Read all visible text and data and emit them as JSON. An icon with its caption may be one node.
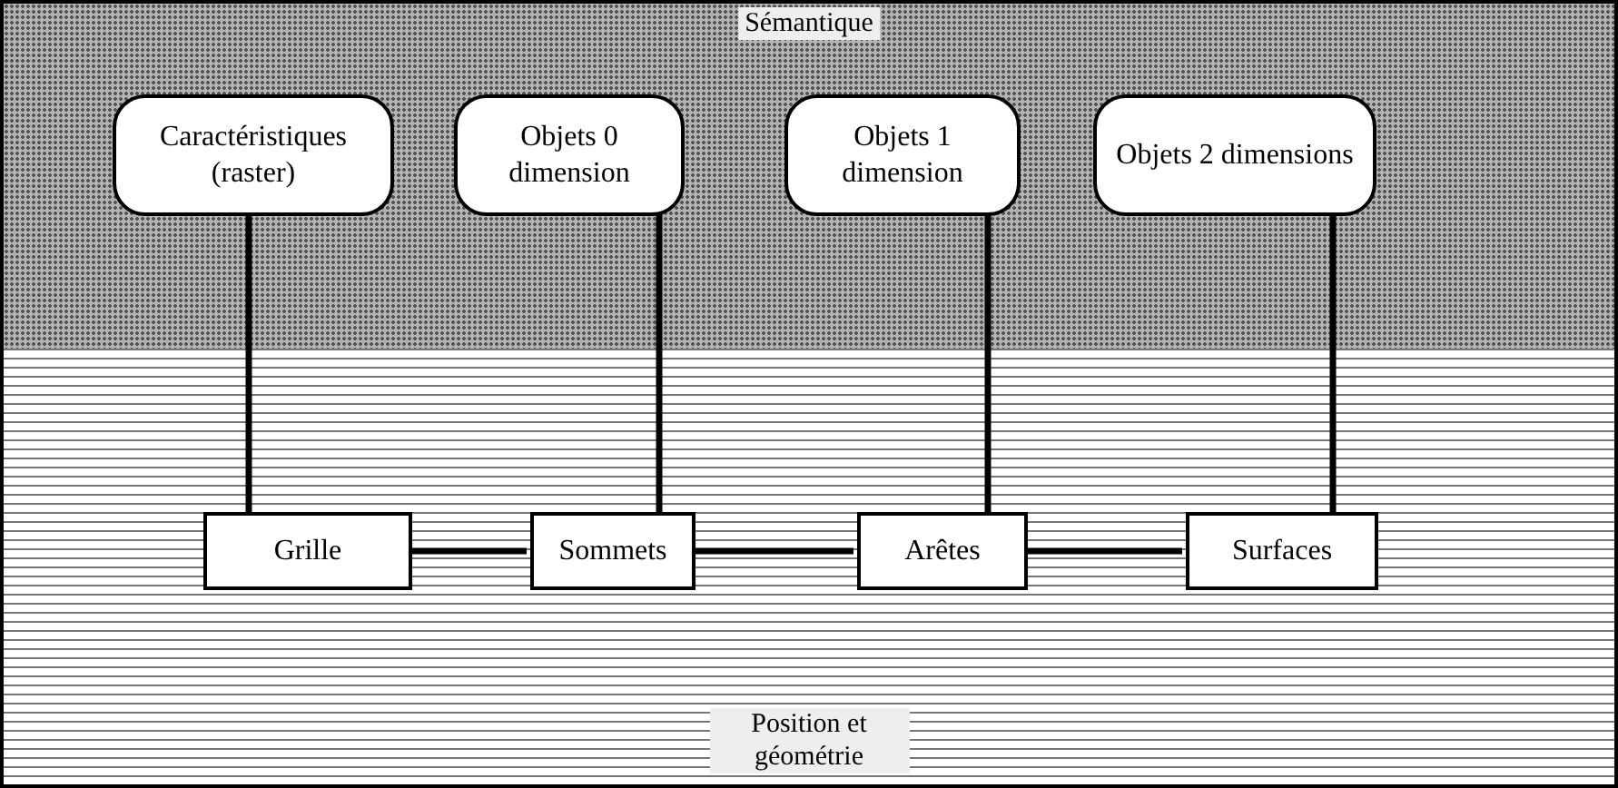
{
  "diagram": {
    "nodes": [
      {
        "text": [
          "Sémantique"
        ]
      },
      {
        "text": [
          "Caractéristiques (raster)"
        ],
        "in": 0
      },
      {
        "text": [
          "Objets 0 dimension"
        ],
        "in": 0
      },
      {
        "text": [
          "Objets 1 dimension"
        ],
        "in": 0
      },
      {
        "text": [
          "Objets 2 dimensions"
        ],
        "in": 0
      },
      {
        "text": [
          "Position et géométrie"
        ]
      },
      {
        "text": [
          "Grille"
        ],
        "in": 5
      },
      {
        "text": [
          "Sommets"
        ],
        "in": 5
      },
      {
        "text": [
          "Arêtes"
        ],
        "in": 5
      },
      {
        "text": [
          "Surfaces"
        ],
        "in": 5
      }
    ],
    "edges": [
      {
        "from": 1,
        "to": 6,
        "arrow": "none"
      },
      {
        "from": 2,
        "to": 7,
        "arrow": "none"
      },
      {
        "from": 3,
        "to": 8,
        "arrow": "none"
      },
      {
        "from": 4,
        "to": 9,
        "arrow": "none"
      },
      {
        "from": 6,
        "to": 7,
        "arrow": "none"
      },
      {
        "from": 7,
        "to": 8,
        "arrow": "none"
      },
      {
        "from": 8,
        "to": 9,
        "arrow": "none"
      }
    ]
  }
}
